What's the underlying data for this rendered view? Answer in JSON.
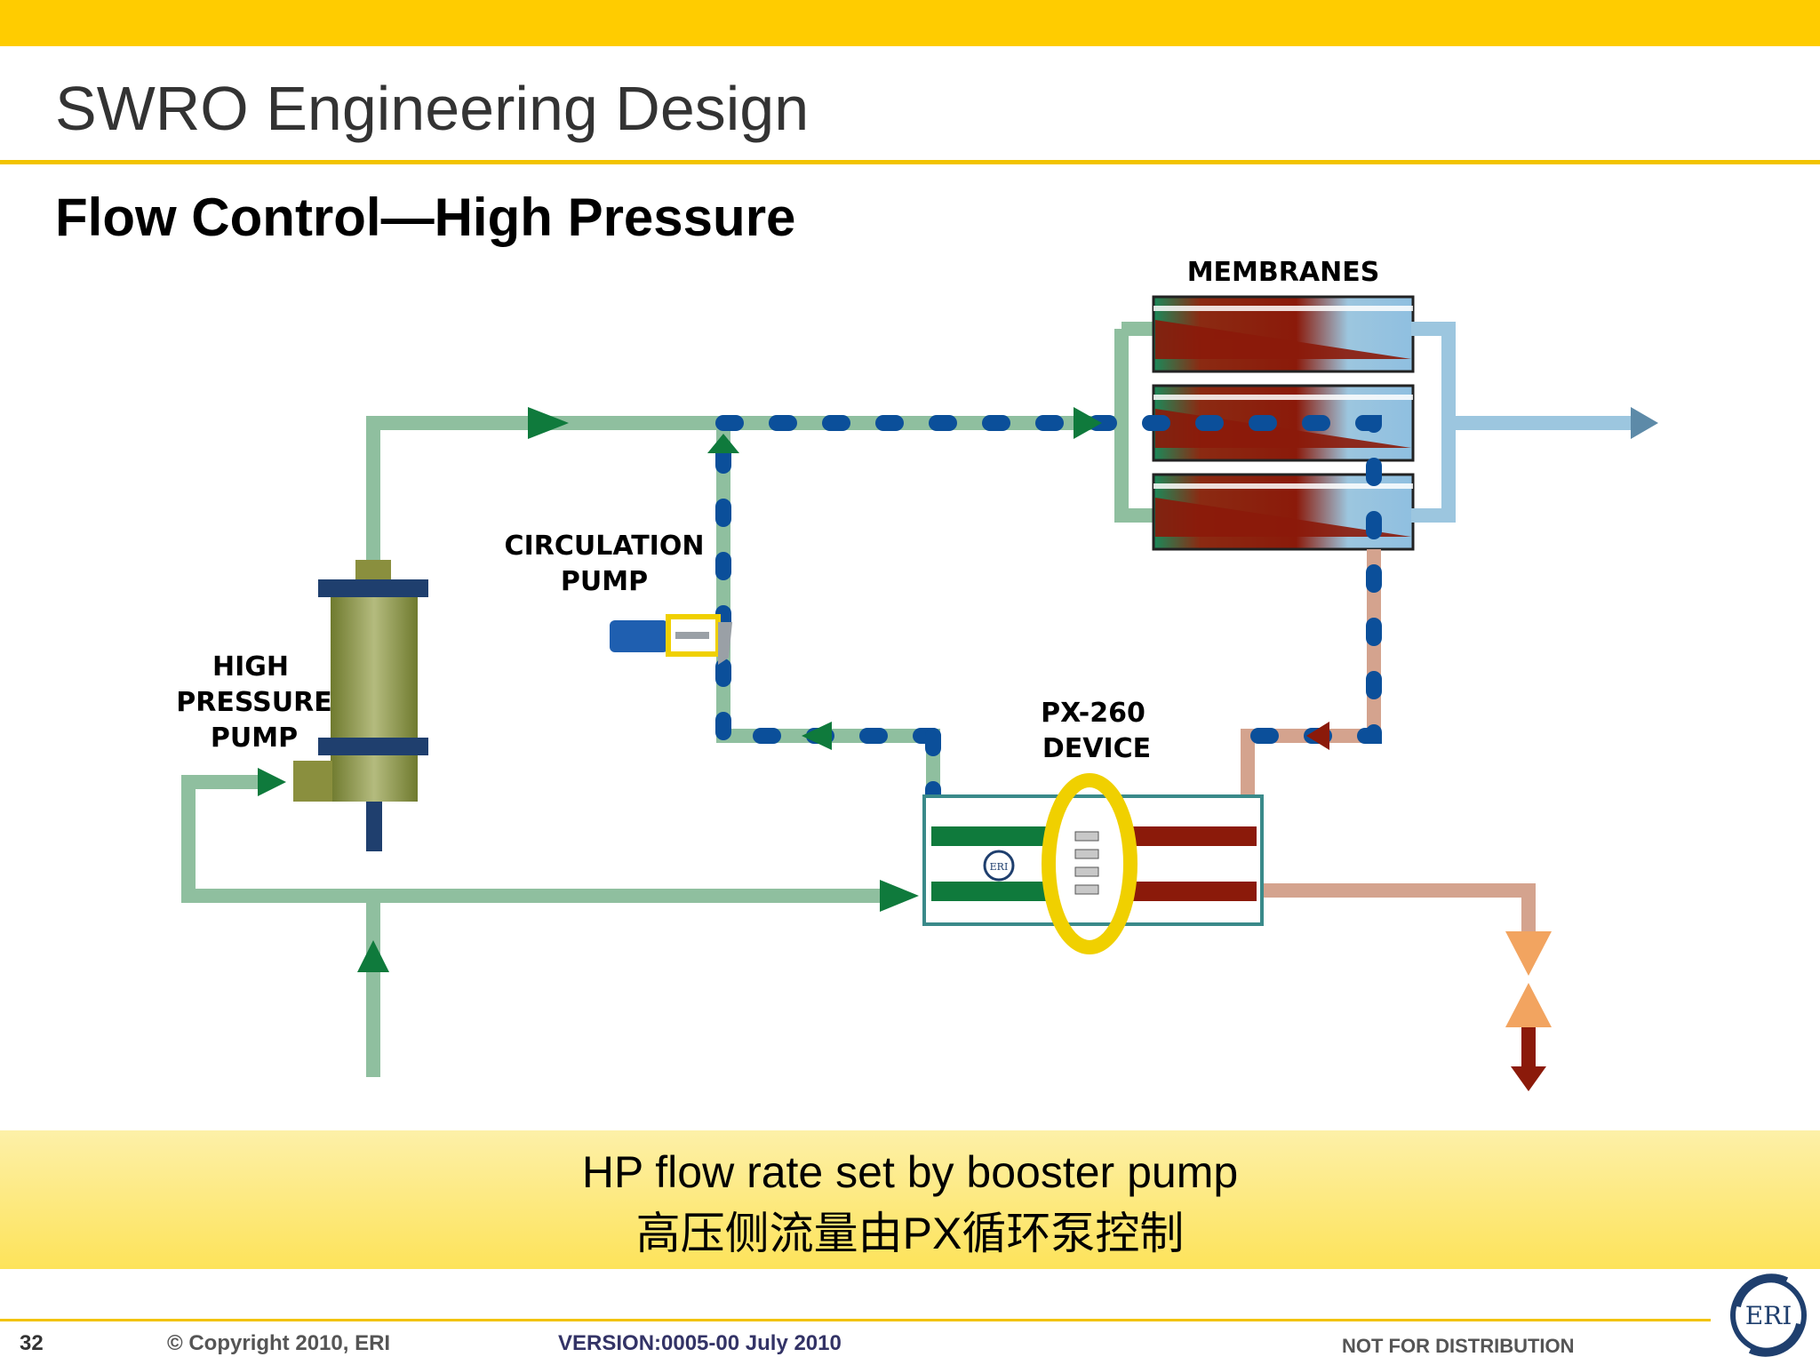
{
  "header": {
    "title": "SWRO Engineering Design",
    "subtitle": "Flow Control—High Pressure"
  },
  "diagram": {
    "labels": {
      "membranes": "MEMBRANES",
      "circulation_line1": "CIRCULATION",
      "circulation_line2": "PUMP",
      "hp_line1": "HIGH",
      "hp_line2": "PRESSURE",
      "hp_line3": "PUMP",
      "px_line1": "PX-260",
      "px_line2": "DEVICE",
      "px_logo": "ERI"
    }
  },
  "banner": {
    "line1": "HP flow rate set by booster pump",
    "line2": "高压侧流量由PX循环泵控制"
  },
  "footer": {
    "page_number": "32",
    "copyright": "© Copyright 2010, ERI",
    "version": "VERSION:0005-00 July 2010",
    "distribution": "NOT FOR DISTRIBUTION",
    "logo_text": "ERI"
  },
  "colors": {
    "accent_yellow": "#ffcc00",
    "pipe_green": "#8fbf9f",
    "arrow_green": "#0f7a3c",
    "dotted_blue": "#0b4f9a",
    "brine_pink": "#d4a38e",
    "brine_red": "#8b1a0a",
    "permeate_blue": "#9cc6df",
    "valve_orange": "#f2a460"
  }
}
